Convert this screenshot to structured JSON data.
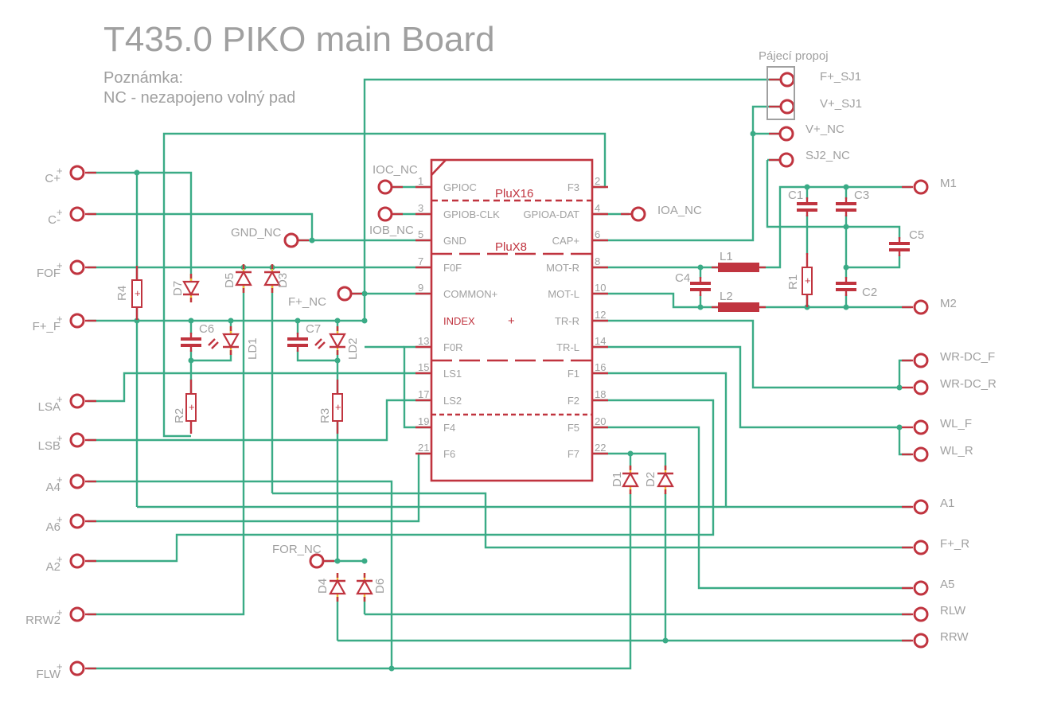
{
  "header": {
    "title": "T435.0 PIKO main Board",
    "note_heading": "Poznámka:",
    "note_text": "NC - nezapojeno volný pad"
  },
  "solder_jumper": {
    "label": "Pájecí propoj",
    "pads": [
      "F+_SJ1",
      "V+_SJ1"
    ]
  },
  "ic": {
    "sections": [
      "PluX16",
      "PluX8"
    ],
    "origin_mark": "+",
    "left_pins": [
      {
        "num": "1",
        "name": "GPIOC"
      },
      {
        "num": "3",
        "name": "GPIOB-CLK"
      },
      {
        "num": "5",
        "name": "GND"
      },
      {
        "num": "7",
        "name": "F0F"
      },
      {
        "num": "9",
        "name": "COMMON+"
      },
      {
        "num": "",
        "name": "INDEX"
      },
      {
        "num": "13",
        "name": "F0R"
      },
      {
        "num": "15",
        "name": "LS1"
      },
      {
        "num": "17",
        "name": "LS2"
      },
      {
        "num": "19",
        "name": "F4"
      },
      {
        "num": "21",
        "name": "F6"
      }
    ],
    "right_pins": [
      {
        "num": "2",
        "name": "F3"
      },
      {
        "num": "4",
        "name": "GPIOA-DAT"
      },
      {
        "num": "6",
        "name": "CAP+"
      },
      {
        "num": "8",
        "name": "MOT-R"
      },
      {
        "num": "10",
        "name": "MOT-L"
      },
      {
        "num": "12",
        "name": "TR-R"
      },
      {
        "num": "14",
        "name": "TR-L"
      },
      {
        "num": "16",
        "name": "F1"
      },
      {
        "num": "18",
        "name": "F2"
      },
      {
        "num": "20",
        "name": "F5"
      },
      {
        "num": "22",
        "name": "F7"
      }
    ]
  },
  "left_pads": [
    "C+",
    "C-",
    "FOF",
    "F+_F",
    "LSA",
    "LSB",
    "A4",
    "A6",
    "A2",
    "RRW2",
    "FLW"
  ],
  "right_pads": [
    "M1",
    "M2",
    "WR-DC_F",
    "WR-DC_R",
    "WL_F",
    "WL_R",
    "A1",
    "F+_R",
    "A5",
    "RLW",
    "RRW"
  ],
  "nc_pads": [
    "IOC_NC",
    "IOB_NC",
    "GND_NC",
    "F+_NC",
    "IOA_NC",
    "V+_NC",
    "SJ2_NC",
    "FOR_NC"
  ],
  "components": {
    "resistors": [
      "R1",
      "R2",
      "R3",
      "R4"
    ],
    "capacitors": [
      "C1",
      "C2",
      "C3",
      "C4",
      "C5",
      "C6",
      "C7"
    ],
    "inductors": [
      "L1",
      "L2"
    ],
    "diodes": [
      "D1",
      "D2",
      "D3",
      "D4",
      "D5",
      "D6",
      "D7"
    ],
    "leds": [
      "LD1",
      "LD2"
    ]
  },
  "colors": {
    "wire": "#3aab86",
    "symbol": "#c0343f",
    "text": "#a0a0a0",
    "highlight": "#f2c230"
  }
}
